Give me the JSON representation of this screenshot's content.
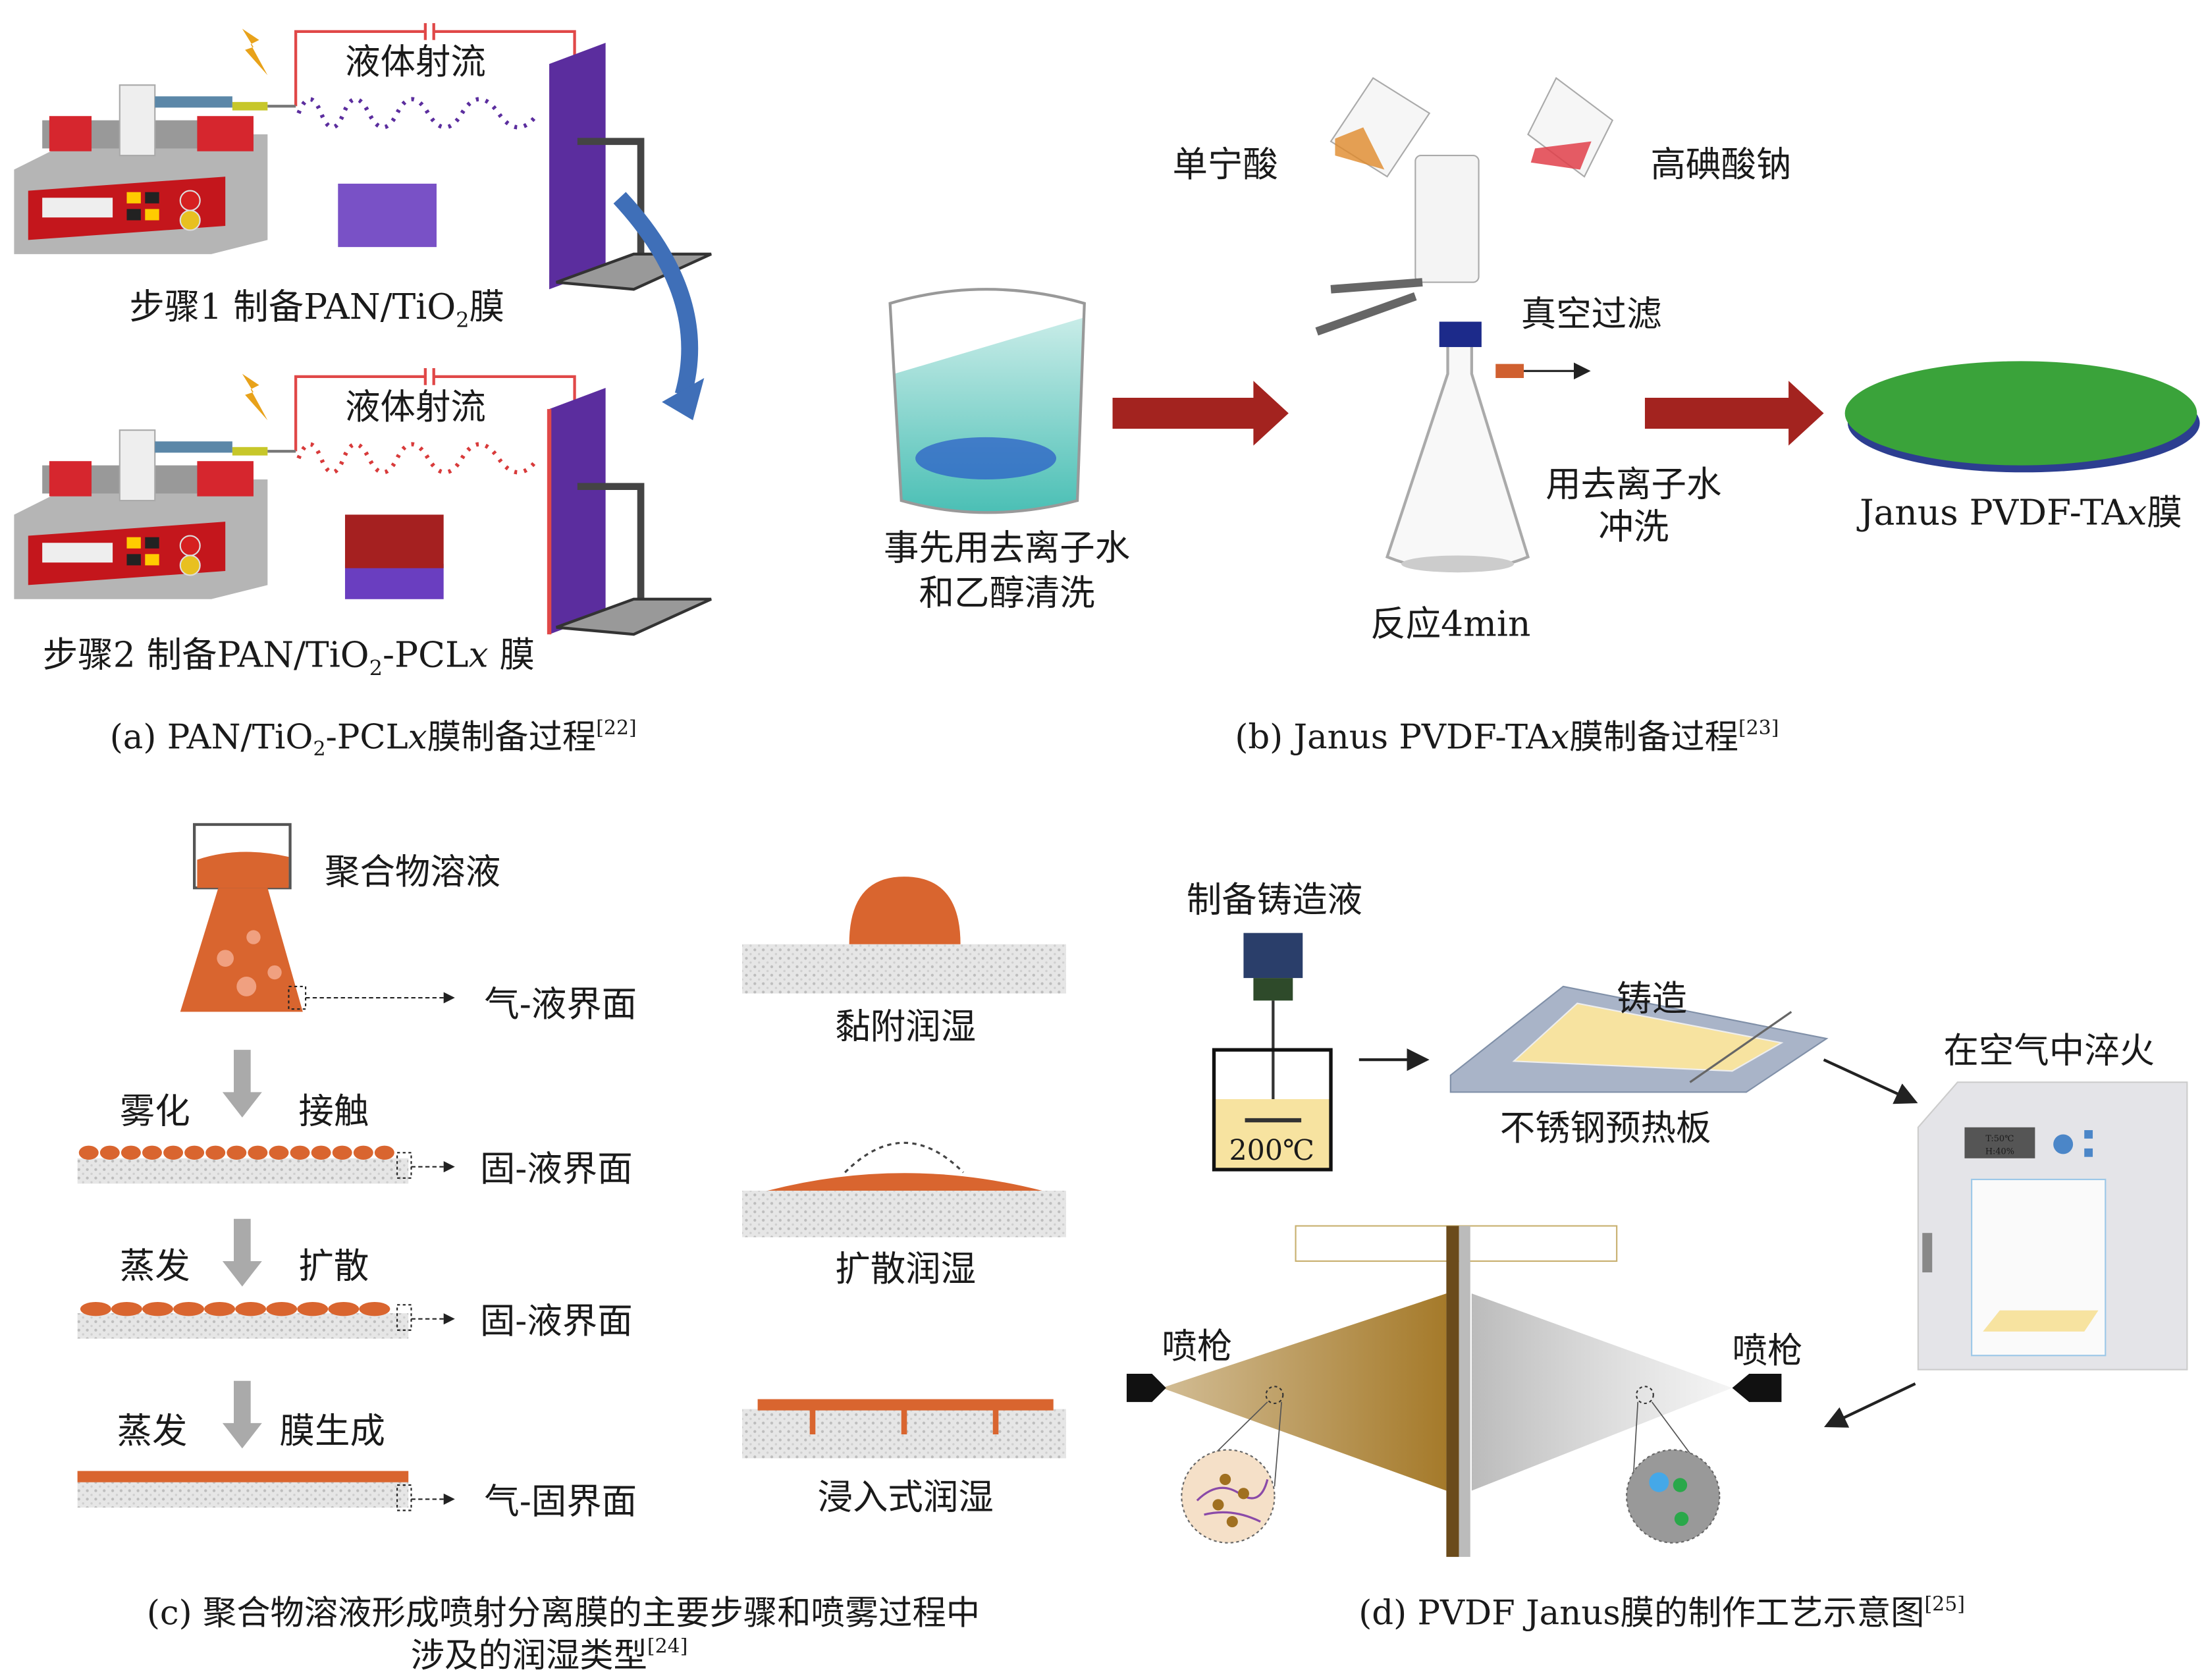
{
  "panel_a": {
    "jet_label_1": "液体射流",
    "jet_label_2": "液体射流",
    "step1": {
      "pre": "步骤1 制备PAN/TiO",
      "sub": "2",
      "post": "膜"
    },
    "step2": {
      "pre": "步骤2 制备PAN/TiO",
      "sub": "2",
      "mid": "-PCL",
      "italic": "x",
      "post": " 膜"
    },
    "caption": {
      "pre": "(a) PAN/TiO",
      "sub": "2",
      "mid": "-PCL",
      "italic": "x",
      "post": "膜制备过程",
      "ref": "[22]"
    }
  },
  "panel_b": {
    "tannic_acid": "单宁酸",
    "sodium_periodate": "高碘酸钠",
    "vacuum_filter": "真空过滤",
    "rinse_line1": "用去离子水",
    "rinse_line2": "冲洗",
    "reaction": "反应4min",
    "preclean_line1": "事先用去离子水",
    "preclean_line2": "和乙醇清洗",
    "product": {
      "pre": "Janus PVDF-TA",
      "italic": "x",
      "post": "膜"
    },
    "caption": {
      "pre": "(b) Janus PVDF-TA",
      "italic": "x",
      "post": "膜制备过程",
      "ref": "[23]"
    }
  },
  "panel_c": {
    "polymer_solution": "聚合物溶液",
    "gas_liquid": "气-液界面",
    "atomize": "雾化",
    "contact": "接触",
    "solid_liquid_1": "固-液界面",
    "evaporate_1": "蒸发",
    "spread": "扩散",
    "solid_liquid_2": "固-液界面",
    "evaporate_2": "蒸发",
    "film_form": "膜生成",
    "gas_solid": "气-固界面",
    "adhesion_wetting": "黏附润湿",
    "spreading_wetting": "扩散润湿",
    "immersion_wetting": "浸入式润湿",
    "caption_line1": "(c) 聚合物溶液形成喷射分离膜的主要步骤和喷雾过程中",
    "caption_line2": "涉及的润湿类型",
    "caption_ref": "[24]"
  },
  "panel_d": {
    "prepare_casting": "制备铸造液",
    "temperature": "200℃",
    "casting": "铸造",
    "plate": "不锈钢预热板",
    "quench": "在空气中淬火",
    "oven_display_1": "T:50℃",
    "oven_display_2": "H:40%",
    "spray_gun_left": "喷枪",
    "spray_gun_right": "喷枪",
    "caption": "(d) PVDF Janus膜的制作工艺示意图",
    "caption_ref": "[25]"
  },
  "colors": {
    "red_arrow": "#a3231f",
    "orange": "#d9652f",
    "purple": "#5b2d9e",
    "blue_arrow": "#3f6fb8",
    "green_disc": "#3aa33a",
    "sand": "#a57a2a"
  }
}
